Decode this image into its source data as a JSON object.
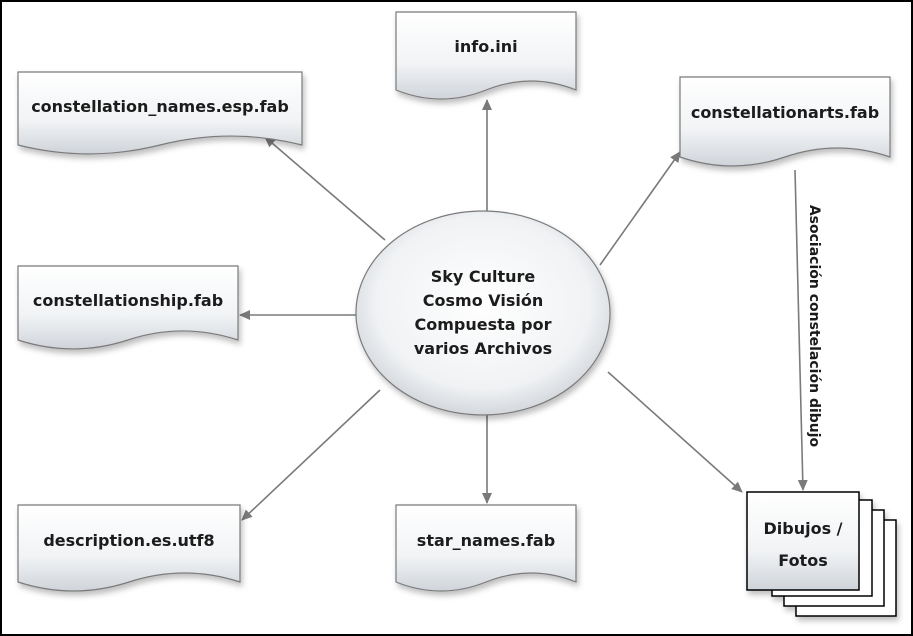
{
  "center": {
    "lines": [
      "Sky Culture",
      "Cosmo Visión",
      "Compuesta por",
      "varios Archivos"
    ]
  },
  "files": {
    "info": "info.ini",
    "names_esp": "constellation_names.esp.fab",
    "arts": "constellationarts.fab",
    "ship": "constellationship.fab",
    "description": "description.es.utf8",
    "star_names": "star_names.fab"
  },
  "pictures": {
    "lines": [
      "Dibujos /",
      "Fotos"
    ]
  },
  "association_label": "Asociación constelación dibujo",
  "colors": {
    "stroke": "#7a7a7a",
    "fill_top": "#ffffff",
    "fill_bottom": "#d7dbe0",
    "border": "#000000"
  }
}
